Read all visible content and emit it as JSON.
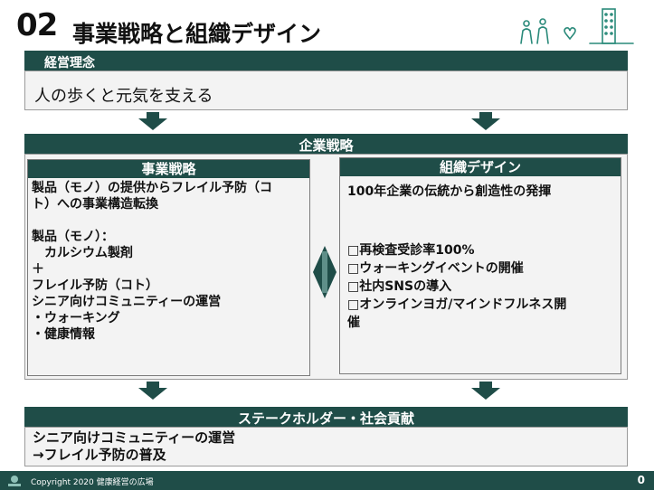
{
  "title": {
    "number": "02",
    "text": "事業戦略と組織デザイン"
  },
  "philosophy": {
    "header": "経営理念",
    "body": "人の歩くと元気を支える"
  },
  "strategy": {
    "header": "企業戦略",
    "business": {
      "header": "事業戦略",
      "text": "製品（モノ）の提供からフレイル予防（コ\nト）への事業構造転換\n\n製品（モノ）：\n　カルシウム製剤\n＋\nフレイル予防（コト）\nシニア向けコミュニティーの運営\n・ウォーキング\n・健康情報"
    },
    "org": {
      "header": "組織デザイン",
      "lead": "100年企業の伝統から創造性の発揮",
      "items": "□再検査受診率100%\n□ウォーキングイベントの開催\n□社内SNSの導入\n□オンラインヨガ/マインドフルネス開\n催"
    }
  },
  "stakeholder": {
    "header": "ステークホルダー・社会貢献",
    "body": "シニア向けコミュニティーの運営\n→フレイル予防の普及"
  },
  "footer": {
    "copyright": "Copyright 2020 健康経営の広場",
    "page": "0"
  },
  "colors": {
    "accent": "#1f4d48",
    "panel": "#f3f3f3"
  },
  "icons": [
    "people-icon",
    "heart-icon",
    "building-icon",
    "logo-icon",
    "double-arrow-icon"
  ]
}
